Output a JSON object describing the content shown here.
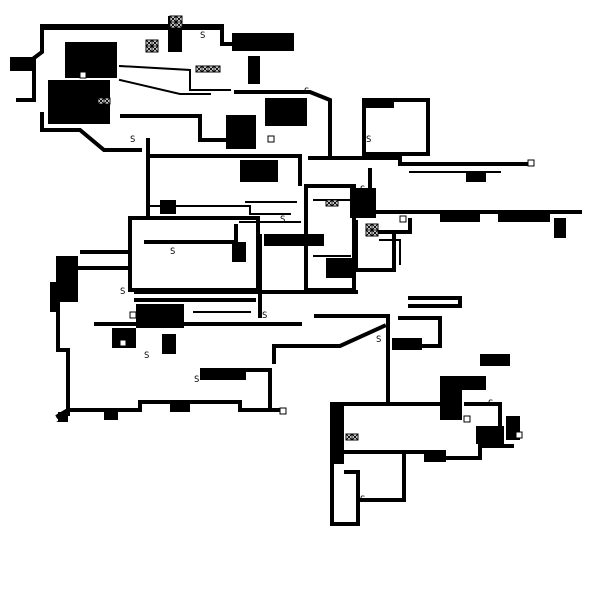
{
  "map": {
    "colors": {
      "ink": "#000000",
      "paper": "#ffffff"
    },
    "legend_glyphs": {
      "spawn": "S",
      "cross_marker": "x",
      "node_marker": "o"
    }
  }
}
